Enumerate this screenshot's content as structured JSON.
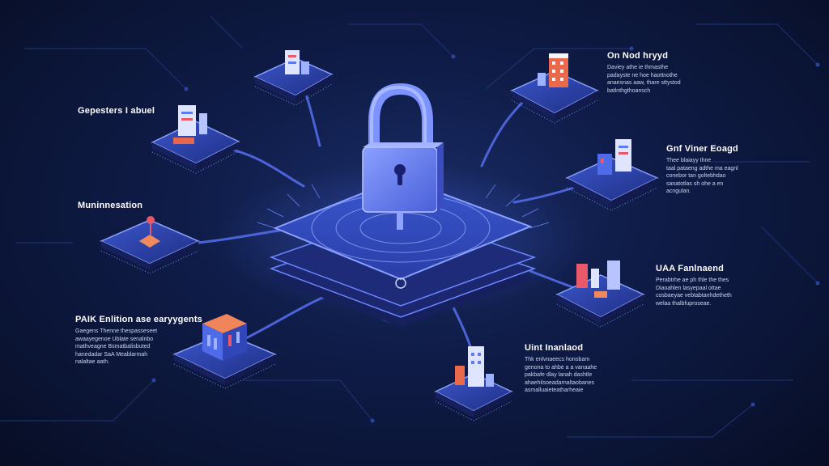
{
  "labels": {
    "top_right": {
      "title": "On Nod hryyd",
      "body": "Daviey athe ie thmasthe\npadayste ne hoe haottnothe\nanaesnas aaw, thare sttystod\nbatlnthgthoansch"
    },
    "upper_left": {
      "title": "Gepesters I abuel"
    },
    "right_upper": {
      "title": "Gnf Viner Eoagd",
      "body": "Thee blaiayy thne\ntaal pataeng adthe ma eagnl\nconebor tan goltebhdao\nsanatotlas sh ohe a en\nacngulan."
    },
    "left_middle": {
      "title": "Muninnesation"
    },
    "right_lower": {
      "title": "UAA Fanlnaend",
      "body": "Perabtrhe ae ph thle the thes\nDiaoahlen lasyepaal ottae\ncosbaeyae vebtabtanhdetheth\nwelaa thalbfuproseae."
    },
    "bottom_left": {
      "title": "PAIK Enlition ase earyygents",
      "body": "Gaegens Thenne thespasseseet\nawaayegenoe Ublate senalnbo\nmathveagne Bsmatbalisbuted\nhanedadar SaA Meablarmah\nnalaltae aath."
    },
    "bottom_center": {
      "title": "Uint Inanlaod",
      "body": "Thk enlvnaeecs honobam\ngenona to ahbe a a vanaahe\npakbafe dlay lanah dashtle\nahaehilsoeadarnaltaobanes\nasmalluaieteatharheaie"
    }
  },
  "colors": {
    "background": "#0a1330",
    "accent": "#5d7cf0",
    "line": "#4b63d6",
    "tile": "#2a3d9a",
    "lock": "#6f86ff"
  },
  "icons": [
    "padlock-icon",
    "keyhole-icon",
    "server-rack-icon",
    "building-icon",
    "shield-icon"
  ]
}
